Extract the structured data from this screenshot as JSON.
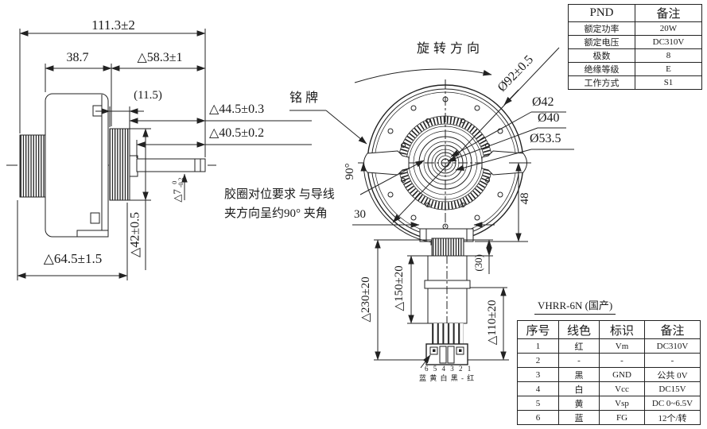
{
  "colors": {
    "line": "#222222",
    "background": "#ffffff"
  },
  "side_view": {
    "dim_overall_length": "111.3±2",
    "dim_body_length": "38.7",
    "dim_rear_length": "△58.3±1",
    "dim_ref": "(11.5)",
    "dim_shaft_44": "△44.5±0.3",
    "dim_shaft_40": "△40.5±0.2",
    "dim_shaft_dia_prefix": "△7",
    "dim_shaft_dia_tol_upper": "0",
    "dim_shaft_dia_tol_lower": "-0.2",
    "dim_stator_height": "△42±0.5",
    "dim_body_overall": "△64.5±1.5"
  },
  "front_view": {
    "rotation_label": "旋转方向",
    "nameplate_label": "铭牌",
    "dia_outer": "Ø92±0.5",
    "dia_42": "Ø42",
    "dia_40": "Ø40",
    "dia_53_5": "Ø53.5",
    "angle_label": "90°",
    "dim_boss_width": "30",
    "dim_48": "48",
    "note_line1": "胶圈对位要求 与导线",
    "note_line2": "夹方向呈约90° 夹角"
  },
  "cable": {
    "dim_total": "△230±20",
    "dim_sleeve": "△150±20",
    "dim_exposed": "(30)",
    "dim_lower": "△110±20",
    "pin_numbers": "6 5 4 3 2 1",
    "wire_colors": "蓝 黄 白 黑 - 红"
  },
  "spec_table": {
    "headers": [
      "PND",
      "备注"
    ],
    "rows": [
      [
        "额定功率",
        "20W"
      ],
      [
        "额定电压",
        "DC310V"
      ],
      [
        "极数",
        "8"
      ],
      [
        "绝缘等级",
        "E"
      ],
      [
        "工作方式",
        "S1"
      ]
    ]
  },
  "connector_table": {
    "title": "VHRR-6N (国产)",
    "headers": [
      "序号",
      "线色",
      "标识",
      "备注"
    ],
    "rows": [
      [
        "1",
        "红",
        "Vm",
        "DC310V"
      ],
      [
        "2",
        "-",
        "-",
        "-"
      ],
      [
        "3",
        "黑",
        "GND",
        "公共 0V"
      ],
      [
        "4",
        "白",
        "Vcc",
        "DC15V"
      ],
      [
        "5",
        "黄",
        "Vsp",
        "DC 0~6.5V"
      ],
      [
        "6",
        "蓝",
        "FG",
        "12个/转"
      ]
    ]
  }
}
